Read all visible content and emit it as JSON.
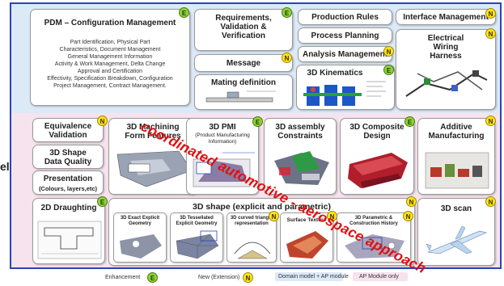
{
  "boxes": {
    "pdm": {
      "title": "PDM – Configuration Management",
      "lines": [
        "Part Identification, Physical Part",
        "Characteristics, Document Management",
        "General Management Information",
        "Activity & Work Management, Delta Change",
        "Approval and Certification",
        "Effectivity, Specification Breakdown, Configuration",
        "Project Management, Contract Management."
      ],
      "badge": "E"
    },
    "requirements": {
      "title": "Requirements, Validation & Verification",
      "badge": "E"
    },
    "message": {
      "title": "Message",
      "badge": "N"
    },
    "mating": {
      "title": "Mating definition"
    },
    "production_rules": {
      "title": "Production Rules"
    },
    "process_planning": {
      "title": "Process Planning"
    },
    "analysis": {
      "title": "Analysis Management",
      "badge": "N"
    },
    "kinematics": {
      "title": "3D Kinematics",
      "badge": "E"
    },
    "interface": {
      "title": "Interface Management",
      "badge": "N"
    },
    "electrical": {
      "title": "Electrical Wiring Harness",
      "badge": "N"
    },
    "equivalence": {
      "title": "Equivalence Validation",
      "badge": "N"
    },
    "shape_quality": {
      "title": "3D Shape Data Quality"
    },
    "presentation": {
      "title": "Presentation",
      "subtitle": "(Colours, layers,etc)"
    },
    "machining": {
      "title": "3D Machining Form Features"
    },
    "pmi": {
      "title": "3D PMI",
      "subtitle": "(Product Manufacturing Information)",
      "badge": "E"
    },
    "assembly": {
      "title": "3D assembly Constraints"
    },
    "composite": {
      "title": "3D Composite Design",
      "badge": "E"
    },
    "additive": {
      "title": "Additive Manufacturing",
      "badge": "N"
    },
    "draughting": {
      "title": "2D Draughting",
      "badge": "E"
    },
    "shape": {
      "title": "3D shape (explicit and parametric)",
      "badge": "N"
    },
    "exact": {
      "title": "3D Exact Explicit Geometry"
    },
    "tessellated": {
      "title": "3D Tessellated Explicit Geometry"
    },
    "curved": {
      "title": "3D curved triangle representation",
      "badge": "N"
    },
    "texture": {
      "title": "Surface Texture",
      "badge": "N"
    },
    "parametric": {
      "title": "3D Parametric & Construction History",
      "badge": "N"
    },
    "scan": {
      "title": "3D scan",
      "badge": "N"
    }
  },
  "watermark": "coordinated automotive - aerospace approach",
  "side_char": "el",
  "legend": {
    "enhancement": "Enhancement",
    "new": "New (Extension)",
    "domain": "Domain model + AP module",
    "ap_only": "AP Module only",
    "badge_e": "E",
    "badge_n": "N"
  },
  "colors": {
    "frame": "#2a44b8",
    "top_band": "#dce9f7",
    "bottom_band": "#f6e3ee",
    "watermark": "#e01010",
    "badge_e": "#8ed23a",
    "badge_n": "#ffe31a"
  }
}
